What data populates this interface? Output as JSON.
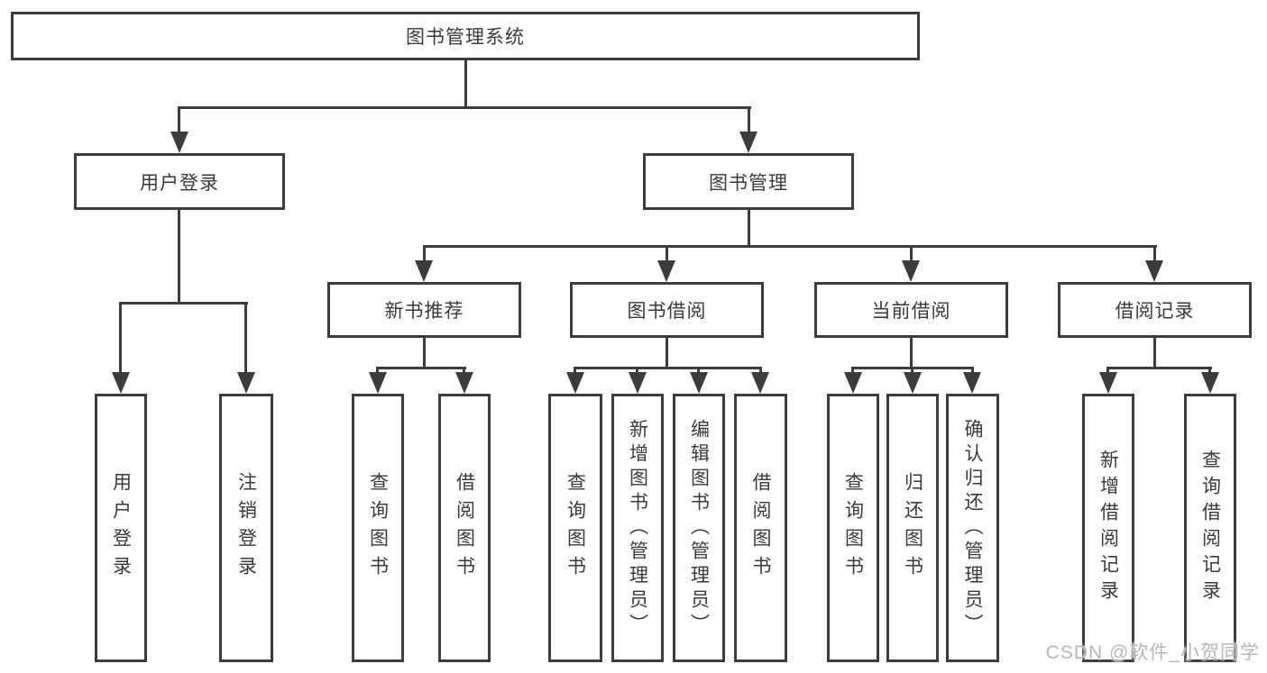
{
  "title": "图书管理系统",
  "hierarchy": {
    "root": "图书管理系统",
    "children": [
      {
        "label": "用户登录",
        "children": [
          {
            "label": "用户登录"
          },
          {
            "label": "注销登录"
          }
        ]
      },
      {
        "label": "图书管理",
        "children": [
          {
            "label": "新书推荐",
            "children": [
              {
                "label": "查询图书"
              },
              {
                "label": "借阅图书"
              }
            ]
          },
          {
            "label": "图书借阅",
            "children": [
              {
                "label": "查询图书"
              },
              {
                "label": "新增图书（管理员）"
              },
              {
                "label": "编辑图书（管理员）"
              },
              {
                "label": "借阅图书"
              }
            ]
          },
          {
            "label": "当前借阅",
            "children": [
              {
                "label": "查询图书"
              },
              {
                "label": "归还图书"
              },
              {
                "label": "确认归还（管理员）"
              }
            ]
          },
          {
            "label": "借阅记录",
            "children": [
              {
                "label": "新增借阅记录"
              },
              {
                "label": "查询借阅记录"
              }
            ]
          }
        ]
      }
    ]
  },
  "watermark": "CSDN @软件_小贺同学",
  "colors": {
    "line": "#3c3c3c",
    "text": "#3a3a3a",
    "background": "#ffffff",
    "watermark": "#b6b6b6"
  }
}
